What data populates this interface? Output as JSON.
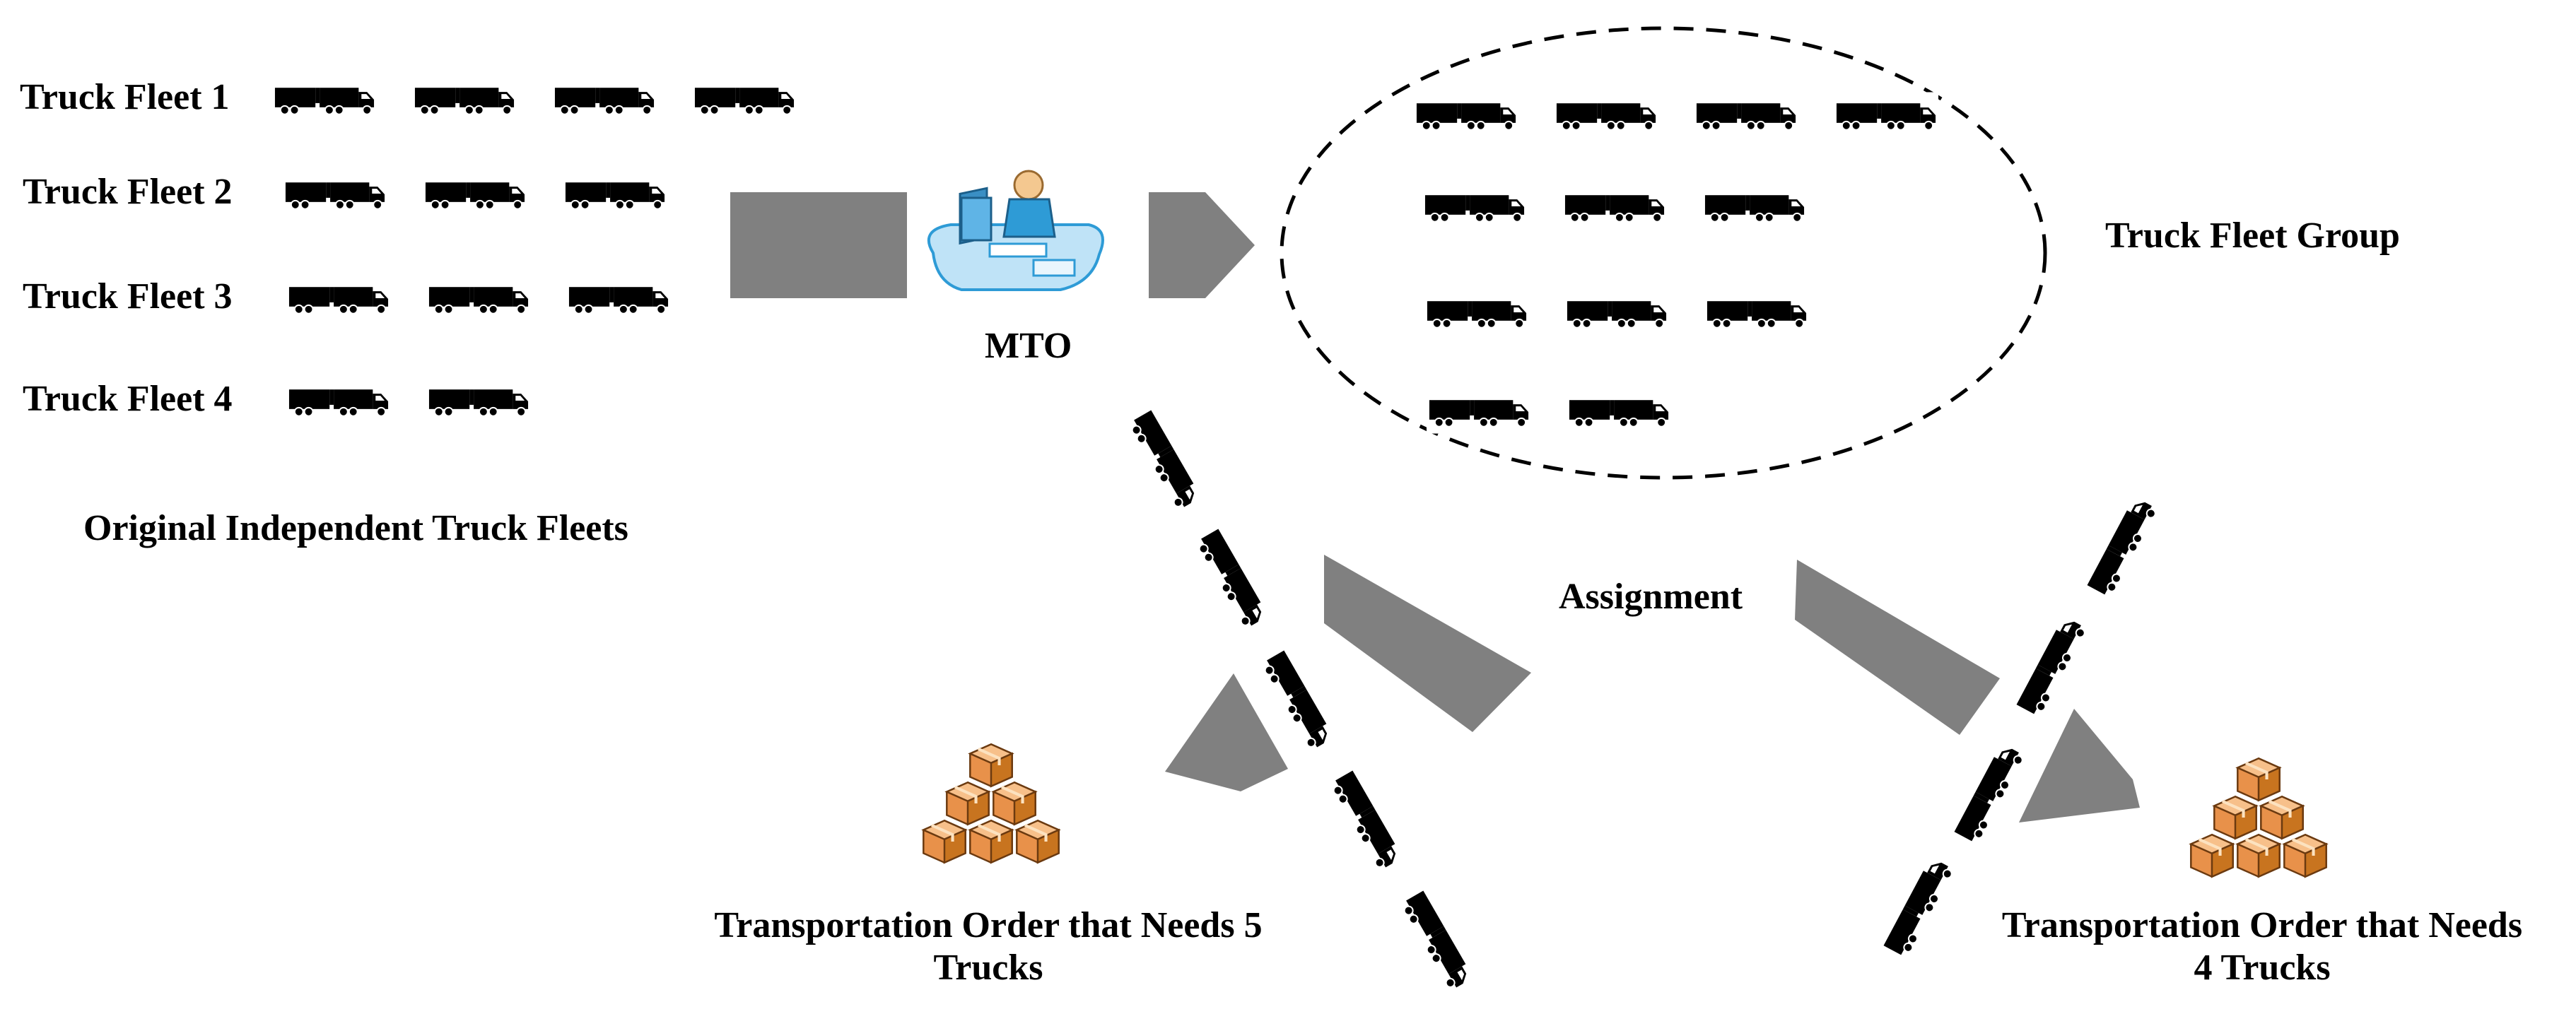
{
  "fleets": [
    {
      "label": "Truck Fleet 1",
      "truck_count": 4
    },
    {
      "label": "Truck Fleet 2",
      "truck_count": 3
    },
    {
      "label": "Truck Fleet 3",
      "truck_count": 3
    },
    {
      "label": "Truck Fleet 4",
      "truck_count": 2
    }
  ],
  "original_caption": "Original Independent Truck Fleets",
  "operator_label": "MTO",
  "group": {
    "label": "Truck Fleet Group",
    "truck_count": 12,
    "rows": [
      4,
      3,
      3,
      2
    ]
  },
  "assignment_label": "Assignment",
  "orders": [
    {
      "line1": "Transportation Order that Needs 5",
      "line2": "Trucks",
      "trucks_needed": 5
    },
    {
      "line1": "Transportation Order that Needs",
      "line2": "4 Trucks",
      "trucks_needed": 4
    }
  ],
  "colors": {
    "arrow": "#808080",
    "truck": "#000000",
    "box_light": "#f5b77a",
    "box_dark": "#b8661e",
    "person": "#2e9bd6"
  },
  "icons": {
    "truck": "truck-icon",
    "operator": "operator-workstation-icon",
    "cargo": "cargo-boxes-icon"
  }
}
